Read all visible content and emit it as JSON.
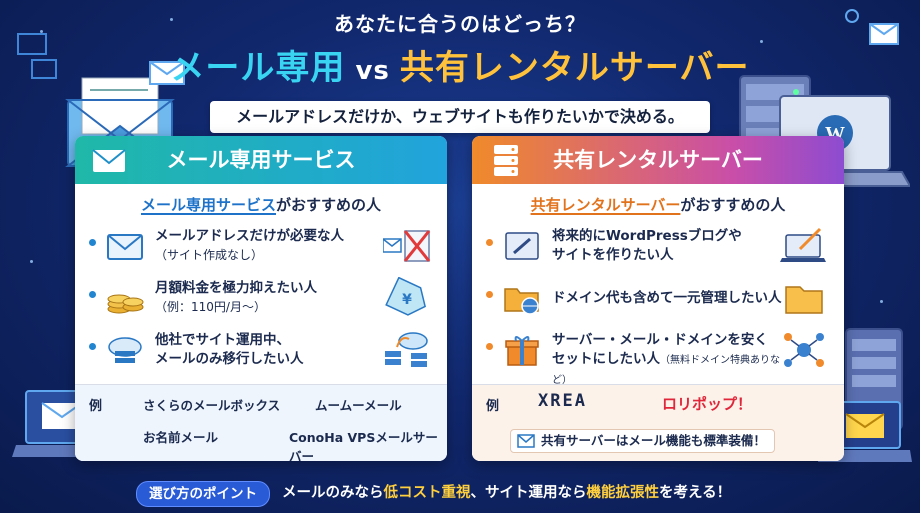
{
  "header": {
    "question": "あなたに合うのはどっち？",
    "title_left": "メール専用",
    "title_vs": "vs",
    "title_right": "共有レンタルサーバー",
    "subtitle": "メールアドレスだけか、ウェブサイトも作りたいかで決める。"
  },
  "left_panel": {
    "heading": "メール専用サービス",
    "rec_highlight": "メール専用サービス",
    "rec_suffix": "がおすすめの人",
    "items": [
      {
        "line1": "メールアドレスだけが必要な人",
        "line2": "（サイト作成なし）",
        "icon": "envelope-icon",
        "right_icon": "no-website-icon"
      },
      {
        "line1": "月額料金を極力抑えたい人",
        "line2": "（例：110円/月〜）",
        "icon": "coins-icon",
        "right_icon": "yen-tag-icon"
      },
      {
        "line1": "他社でサイト運用中、",
        "line2": "メールのみ移行したい人",
        "icon": "cloud-server-icon",
        "right_icon": "cloud-migration-icon"
      }
    ],
    "examples_label": "例",
    "examples": [
      "さくらのメールボックス",
      "ムームーメール",
      "お名前メール",
      "ConoHa VPSメールサーバー"
    ]
  },
  "right_panel": {
    "heading": "共有レンタルサーバー",
    "rec_highlight": "共有レンタルサーバー",
    "rec_suffix": "がおすすめの人",
    "items": [
      {
        "line1": "将来的にWordPressブログや",
        "line2": "サイトを作りたい人",
        "icon": "website-edit-icon",
        "right_icon": "laptop-pen-icon"
      },
      {
        "line1": "ドメイン代も含めて一元管理したい人",
        "line2": "",
        "icon": "folder-globe-icon",
        "right_icon": "folder-icon"
      },
      {
        "line1": "サーバー・メール・ドメインを安く",
        "line2": "セットにしたい人",
        "line2_note": "（無料ドメイン特典ありなど）",
        "icon": "gift-icon",
        "right_icon": "network-icon"
      }
    ],
    "examples_label": "例",
    "examples": [
      "XREA",
      "ロリポップ！"
    ],
    "note": "共有サーバーはメール機能も標準装備！"
  },
  "footer": {
    "badge": "選び方のポイント",
    "text_1": "メールのみなら",
    "text_hl1": "低コスト重視",
    "text_2": "、サイト運用なら",
    "text_hl2": "機能拡張性",
    "text_3": "を考える！"
  },
  "colors": {
    "background": "#11286e",
    "mail_accent": "#39d4f2",
    "shared_accent": "#ffc23a",
    "left_head": "#21a3dc",
    "right_head": "#e2731d"
  }
}
